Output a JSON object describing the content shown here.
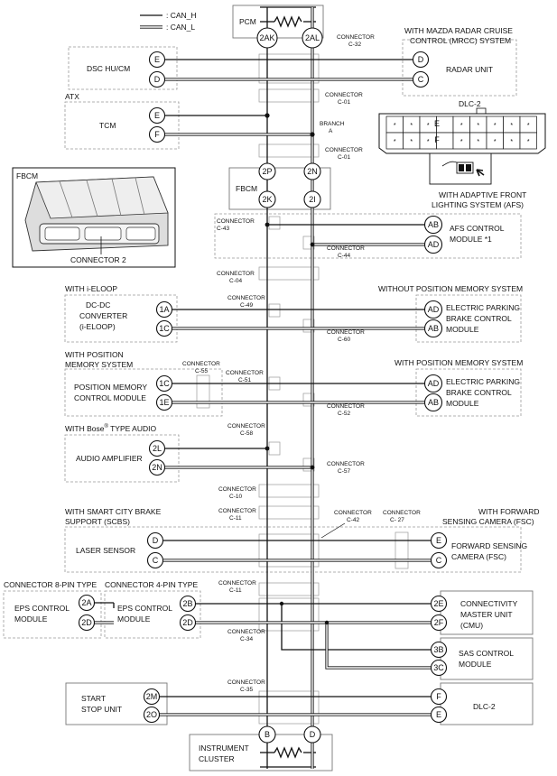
{
  "legend": {
    "can_h": ": CAN_H",
    "can_l": ": CAN_L"
  },
  "pcm": {
    "name": "PCM",
    "pin_h": "2AK",
    "pin_l": "2AL"
  },
  "fbcm": {
    "name": "FBCM",
    "pin_h_top": "2P",
    "pin_l_top": "2N",
    "pin_h_bot": "2K",
    "pin_l_bot": "2I"
  },
  "fbcm_photo": {
    "title": "FBCM",
    "label": "CONNECTOR 2"
  },
  "instrument_cluster": {
    "line1": "INSTRUMENT",
    "line2": "CLUSTER",
    "pin_h": "B",
    "pin_l": "D"
  },
  "connector_word": "CONNECTOR",
  "connectors": {
    "c32": "C-32",
    "c01a": "C-01",
    "c01b": "C-01",
    "c43": "C-43",
    "c44": "C-44",
    "c04": "C-04",
    "c49": "C-49",
    "c60": "C-60",
    "c51": "C-51",
    "c55": "C-55",
    "c52": "C-52",
    "c58": "C-58",
    "c57": "C-57",
    "c10": "C-10",
    "c11a": "C-11",
    "c42": "C-42",
    "c27": "C- 27",
    "c11b": "C-11",
    "c34": "C-34",
    "c35": "C-35"
  },
  "branch": {
    "line1": "BRANCH",
    "line2": "A"
  },
  "dsc": {
    "name": "DSC HU/CM",
    "pin1": "E",
    "pin2": "D"
  },
  "radar": {
    "cond1": "WITH MAZDA RADAR CRUISE",
    "cond2": "CONTROL (MRCC) SYSTEM",
    "name": "RADAR UNIT",
    "pin1": "D",
    "pin2": "C"
  },
  "tcm": {
    "cond": "ATX",
    "name": "TCM",
    "pin1": "E",
    "pin2": "F"
  },
  "dlc_inset": {
    "title": "DLC-2",
    "pin_e": "E",
    "pin_f": "F"
  },
  "afs": {
    "cond1": "WITH ADAPTIVE FRONT",
    "cond2": "LIGHTING SYSTEM (AFS)",
    "line1": "AFS CONTROL",
    "line2": "MODULE *1",
    "pin1": "AB",
    "pin2": "AD"
  },
  "dcdc": {
    "cond": "WITH i-ELOOP",
    "line1": "DC-DC",
    "line2": "CONVERTER",
    "line3": "(i-ELOOP)",
    "pin1": "1A",
    "pin2": "1C"
  },
  "epb1": {
    "cond": "WITHOUT POSITION MEMORY SYSTEM",
    "line1": "ELECTRIC PARKING",
    "line2": "BRAKE CONTROL",
    "line3": "MODULE",
    "pin1": "AD",
    "pin2": "AB"
  },
  "posmem": {
    "cond1": "WITH POSITION",
    "cond2": "MEMORY SYSTEM",
    "line1": "POSITION MEMORY",
    "line2": "CONTROL MODULE",
    "pin1": "1C",
    "pin2": "1E"
  },
  "epb2": {
    "cond": "WITH POSITION MEMORY SYSTEM",
    "line1": "ELECTRIC PARKING",
    "line2": "BRAKE CONTROL",
    "line3": "MODULE",
    "pin1": "AD",
    "pin2": "AB"
  },
  "audio": {
    "cond_pre": "WITH Bose",
    "cond_sup": "®",
    "cond_post": " TYPE AUDIO",
    "name": "AUDIO AMPLIFIER",
    "pin1": "2L",
    "pin2": "2N"
  },
  "laser": {
    "cond1": "WITH SMART CITY BRAKE",
    "cond2": "SUPPORT (SCBS)",
    "name": "LASER SENSOR",
    "pin1": "D",
    "pin2": "C"
  },
  "fsc": {
    "cond1": "WITH FORWARD",
    "cond2": "SENSING CAMERA (FSC)",
    "line1": "FORWARD SENSING",
    "line2": "CAMERA (FSC)",
    "pin1": "E",
    "pin2": "C"
  },
  "eps8": {
    "cond": "CONNECTOR 8-PIN TYPE",
    "line1": "EPS CONTROL",
    "line2": "MODULE",
    "pin1": "2A",
    "pin2": "2D"
  },
  "eps4": {
    "cond": "CONNECTOR 4-PIN TYPE",
    "line1": "EPS CONTROL",
    "line2": "MODULE",
    "pin1": "2B",
    "pin2": "2D"
  },
  "cmu": {
    "line1": "CONNECTIVITY",
    "line2": "MASTER UNIT",
    "line3": "(CMU)",
    "pin1": "2E",
    "pin2": "2F"
  },
  "sas": {
    "line1": "SAS CONTROL",
    "line2": "MODULE",
    "pin1": "3B",
    "pin2": "3C"
  },
  "start": {
    "line1": "START",
    "line2": "STOP UNIT",
    "pin1": "2M",
    "pin2": "2O"
  },
  "dlc2": {
    "name": "DLC-2",
    "pin1": "F",
    "pin2": "E"
  }
}
